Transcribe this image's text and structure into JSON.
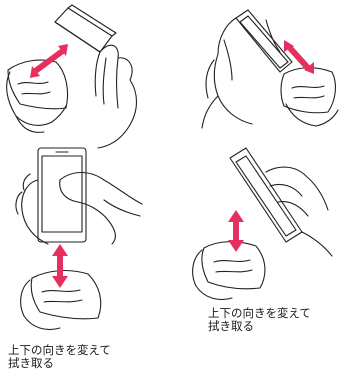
{
  "colors": {
    "arrow": "#e3305f",
    "line": "#222222",
    "background": "#ffffff"
  },
  "illustrations": [
    {
      "name": "wipe-top-left",
      "arrow": "double-headed diagonal"
    },
    {
      "name": "wipe-top-right",
      "arrow": "double-headed diagonal"
    },
    {
      "name": "wipe-bottom-left",
      "arrow": "double-headed vertical"
    },
    {
      "name": "wipe-bottom-right",
      "arrow": "double-headed vertical"
    }
  ],
  "captions": {
    "bottom_right": {
      "line1": "上下の向きを変えて",
      "line2": "拭き取る"
    },
    "bottom_left": {
      "line1": "上下の向きを変えて",
      "line2": "拭き取る"
    }
  }
}
